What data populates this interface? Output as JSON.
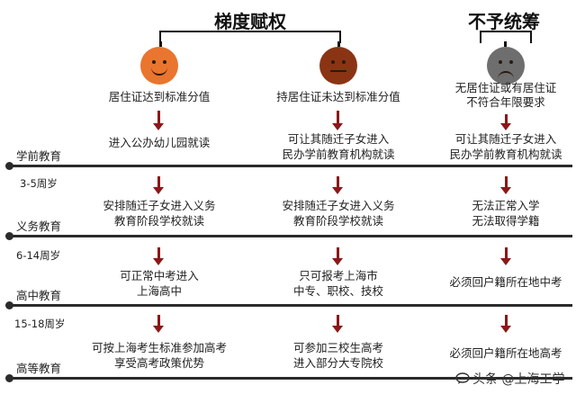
{
  "headers": {
    "gradient": "梯度赋权",
    "no_coverage": "不予统筹"
  },
  "icons": {
    "col1": "smiley-face-icon",
    "col2": "neutral-face-icon",
    "col3": "sad-face-icon",
    "arrow": "down-arrow-icon",
    "watermark": "chat-bubble-icon"
  },
  "colors": {
    "face_happy": "#e9752e",
    "face_neutral": "#8a3414",
    "face_sad": "#6e6e6e",
    "arrow": "#8b1818",
    "line": "#2b2b2b"
  },
  "conditions": [
    [
      "居住证达到标准分值"
    ],
    [
      "持居住证未达到标准分值"
    ],
    [
      "无居住证或有居住证",
      "不符合年限要求"
    ]
  ],
  "stages": [
    {
      "name": "学前教育",
      "age": "3-5周岁"
    },
    {
      "name": "义务教育",
      "age": "6-14周岁"
    },
    {
      "name": "高中教育",
      "age": "15-18周岁"
    },
    {
      "name": "高等教育",
      "age": ""
    }
  ],
  "cells": [
    [
      [
        "进入公办幼儿园就读"
      ],
      [
        "可让其随迁子女进入",
        "民办学前教育机构就读"
      ],
      [
        "可让其随迁子女进入",
        "民办学前教育机构就读"
      ]
    ],
    [
      [
        "安排随迁子女进入义务",
        "教育阶段学校就读"
      ],
      [
        "安排随迁子女进入义务",
        "教育阶段学校就读"
      ],
      [
        "无法正常入学",
        "无法取得学籍"
      ]
    ],
    [
      [
        "可正常中考进入",
        "上海高中"
      ],
      [
        "只可报考上海市",
        "中专、职校、技校"
      ],
      [
        "必须回户籍所在地中考"
      ]
    ],
    [
      [
        "可按上海考生标准参加高考",
        "享受高考政策优势"
      ],
      [
        "可参加三校生高考",
        "进入部分大专院校"
      ],
      [
        "必须回户籍所在地高考"
      ]
    ]
  ],
  "watermark": {
    "text": "头条 @上海工学"
  }
}
